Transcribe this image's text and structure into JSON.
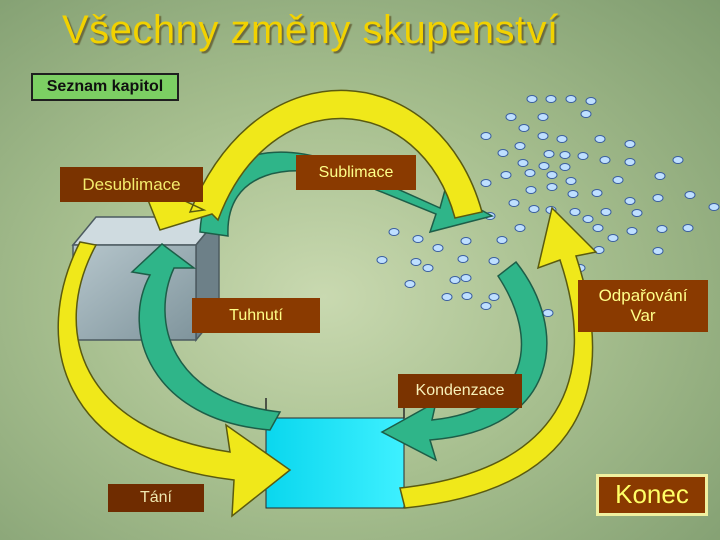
{
  "slide": {
    "title": "Všechny změny skupenství"
  },
  "nav": {
    "toc_label": "Seznam kapitol",
    "end_label": "Konec"
  },
  "labels": {
    "desublimace": "Desublimace",
    "sublimace": "Sublimace",
    "tuhnuti": "Tuhnutí",
    "odparovani": "Odpařování",
    "var": "Var",
    "kondenzace": "Kondenzace",
    "tani": "Tání"
  },
  "colors": {
    "title": "#f2d200",
    "label_bg": "#8a3a00",
    "label_text": "#ffff88",
    "arrow_yellow": "#f0e81a",
    "arrow_green": "#2fb589",
    "water": "#12e2f6",
    "ice": "#9ab0b8",
    "particle": "#bfe0ff"
  }
}
